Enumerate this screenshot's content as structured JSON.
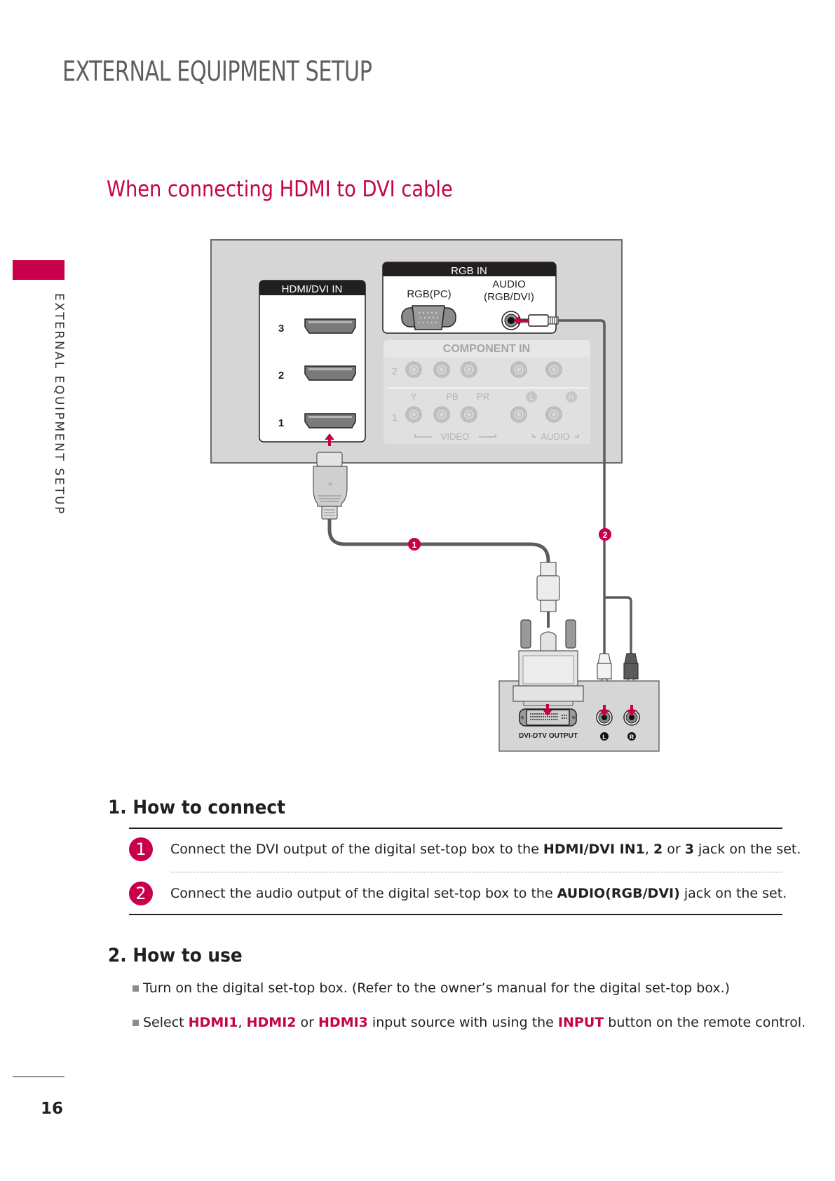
{
  "page": {
    "title": "EXTERNAL EQUIPMENT SETUP",
    "side_label": "EXTERNAL EQUIPMENT SETUP",
    "page_number": "16",
    "accent_color": "#c8004b"
  },
  "section": {
    "title": "When connecting HDMI to DVI cable"
  },
  "diagram": {
    "tv_panel": {
      "hdmi_group": {
        "label": "HDMI/DVI IN",
        "ports": [
          "3",
          "2",
          "1"
        ]
      },
      "rgb_group": {
        "label": "RGB  IN",
        "rgb_pc_label": "RGB(PC)",
        "audio_label_line1": "AUDIO",
        "audio_label_line2": "(RGB/DVI)"
      },
      "component_group": {
        "label": "COMPONENT IN",
        "row_labels": [
          "2",
          "1"
        ],
        "jack_labels": [
          "Y",
          "PB",
          "PR",
          "L",
          "R"
        ],
        "video_label": "VIDEO",
        "audio_label": "AUDIO"
      }
    },
    "cable_markers": [
      "1",
      "2"
    ],
    "settop_box": {
      "dvi_label": "DVI-DTV OUTPUT",
      "audio_left": "L",
      "audio_right": "R"
    }
  },
  "how_to_connect": {
    "heading": "1. How to connect",
    "steps": [
      {
        "number": "1",
        "text_before": "Connect the DVI output of the digital set-top box to the ",
        "bold_1": "HDMI/DVI IN1",
        "sep_1": ", ",
        "bold_2": "2",
        "sep_2": " or ",
        "bold_3": "3",
        "text_after": " jack on the set."
      },
      {
        "number": "2",
        "text_before": "Connect the audio output of the digital set-top box to the ",
        "bold_1": "AUDIO(RGB/DVI)",
        "text_after": " jack on the set."
      }
    ]
  },
  "how_to_use": {
    "heading": "2. How to use",
    "items": [
      {
        "text": "Turn on the digital set-top box. (Refer to the owner’s manual for the digital set-top box.)"
      },
      {
        "text_before": "Select ",
        "hl_1": "HDMI1",
        "sep_1": ", ",
        "hl_2": "HDMI2",
        "sep_2": " or ",
        "hl_3": "HDMI3",
        "text_mid": " input source with using the ",
        "hl_4": "INPUT",
        "text_after": " button on the remote control."
      }
    ]
  }
}
